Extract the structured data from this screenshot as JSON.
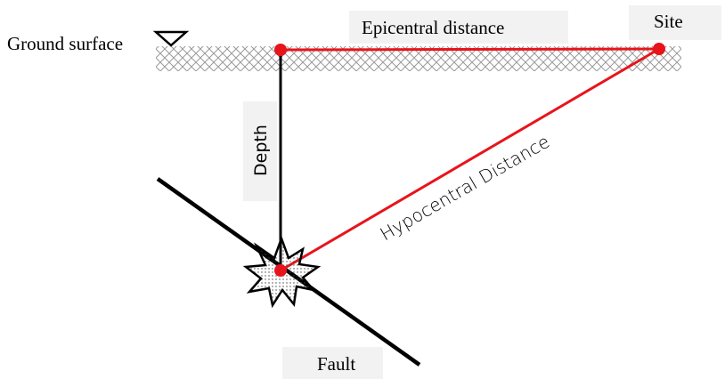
{
  "labels": {
    "ground_surface": "Ground surface",
    "epicentral_distance": "Epicentral distance",
    "site": "Site",
    "depth": "Depth",
    "hypocentral_distance": "Hypocentral Distance",
    "fault": "Fault"
  },
  "colors": {
    "distance_line": "#e8141b",
    "structure_line": "#000000",
    "label_box": "#f2f2f2",
    "hatch": "#9a9a9a"
  },
  "icons": {
    "water_table_marker": "down-triangle-icon",
    "hypocenter": "burst-icon"
  }
}
